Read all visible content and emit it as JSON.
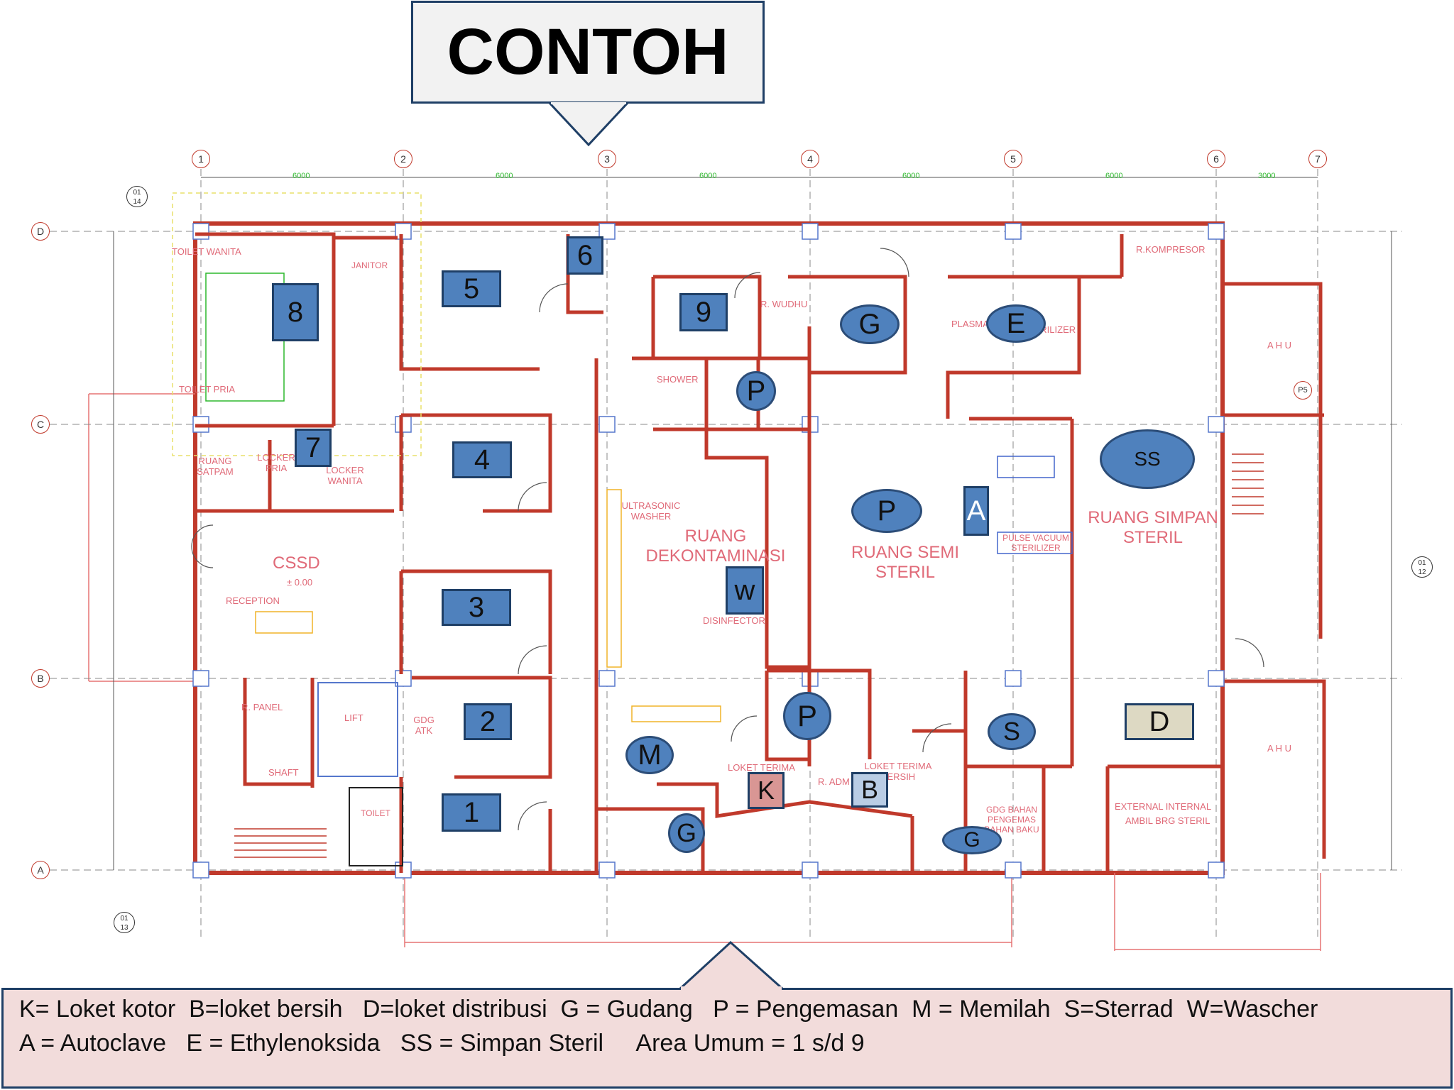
{
  "title": "CONTOH",
  "grid": {
    "columns": [
      "1",
      "2",
      "3",
      "4",
      "5",
      "6",
      "7"
    ],
    "rows": [
      "D",
      "C",
      "B",
      "A"
    ],
    "dimensions": [
      "6000",
      "6000",
      "6000",
      "6000",
      "6000",
      "3000"
    ],
    "section_marks": [
      "01",
      "14",
      "01",
      "13",
      "01",
      "12"
    ],
    "p5": "P5"
  },
  "rooms": {
    "cssd": "CSSD",
    "level": "± 0.00",
    "reception": "RECEPTION",
    "toilet_wanita": "TOILET WANITA",
    "toilet_pria": "TOILET PRIA",
    "janitor": "JANITOR",
    "ruang_satpam": "RUANG SATPAM",
    "locker_pria": "LOCKER PRIA",
    "locker_wanita": "LOCKER WANITA",
    "r_panel": "R. PANEL",
    "lift": "LIFT",
    "shaft": "SHAFT",
    "gdg_atk": "GDG ATK",
    "toilet": "TOILET",
    "shower": "SHOWER",
    "r_wudhu": "R. WUDHU",
    "ultrasonic_washer": "ULTRASONIC WASHER",
    "ruang_dekontaminasi": "RUANG DEKONTAMINASI",
    "disinfector": "DISINFECTOR",
    "ruang_semi_steril": "RUANG SEMI STERIL",
    "pulse_vacuum": "PULSE VACUUM STERILIZER",
    "ruang_simpan_steril": "RUANG SIMPAN STERIL",
    "r_kompresor": "R.KOMPRESOR",
    "plasma": "PLASMA",
    "sterilizer": "STERILIZER",
    "ahu_top": "A H U",
    "ahu_bottom": "A H U",
    "loket_terima_kotor": "LOKET TERIMA",
    "loket_terima_bersih": "LOKET TERIMA BERSIH",
    "r_admin": "R. ADM",
    "gdg_bahan": "GDG BAHAN PENGEMAS BAHAN BAKU",
    "external_internal": "EXTERNAL  INTERNAL",
    "ambil_brg": "AMBIL BRG STERIL"
  },
  "markers": {
    "n1": "1",
    "n2": "2",
    "n3": "3",
    "n4": "4",
    "n5": "5",
    "n6": "6",
    "n7": "7",
    "n8": "8",
    "n9": "9",
    "g1": "G",
    "g2": "G",
    "g3": "G",
    "e": "E",
    "p1": "P",
    "p2": "P",
    "p3": "P",
    "a": "A",
    "ss": "SS",
    "w": "w",
    "s": "S",
    "d": "D",
    "m": "M",
    "k": "K",
    "b": "B"
  },
  "colors": {
    "marker_fill": "#4f81bd",
    "marker_border": "#1f3f66",
    "k_fill": "#d99694",
    "d_fill": "#ddd9c3",
    "b_fill": "#b9cde5",
    "wall": "#c0392b",
    "room_text": "#e06a78",
    "legend_bg": "#f2dcdb",
    "title_bg": "#f2f2f2"
  },
  "legend": {
    "line1": "K= Loket kotor  B=loket bersih   D=loket distribusi  G = Gudang   P = Pengemasan  M = Memilah  S=Sterrad  W=Wascher",
    "line2": "A = Autoclave   E = Ethylenoksida   SS = Simpan Steril     Area Umum = 1 s/d 9"
  }
}
